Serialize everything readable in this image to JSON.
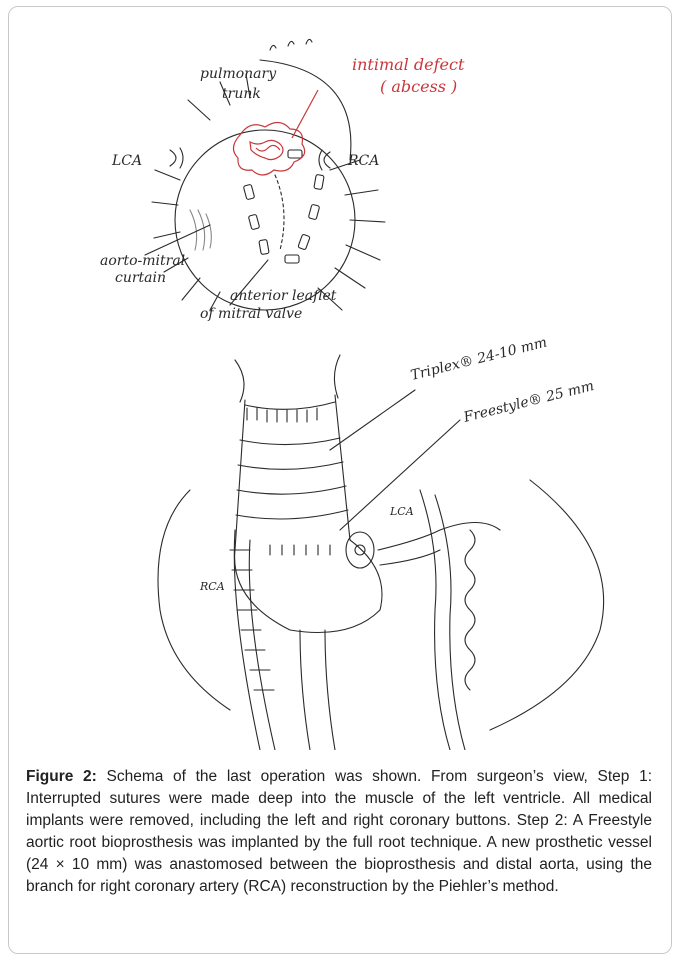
{
  "figure": {
    "labels": {
      "pulmonary": "pulmonary",
      "trunk": "trunk",
      "intimal_defect": "intimal defect",
      "abcess": "( abcess )",
      "lca_top": "LCA",
      "rca_top": "RCA",
      "aorto_mitral_1": "aorto-mitral",
      "aorto_mitral_2": "curtain",
      "anterior_leaflet_1": "anterior leaflet",
      "anterior_leaflet_2": "of mitral valve",
      "triplex": "Triplex® 24-10 mm",
      "freestyle": "Freestyle® 25 mm",
      "lca_bottom": "LCA",
      "rca_bottom": "RCA"
    },
    "colors": {
      "ink": "#2a2a2a",
      "red": "#c8373b"
    }
  },
  "caption": {
    "label": "Figure 2:",
    "text": " Schema of the last operation was shown.  From surgeon’s view, Step 1: Interrupted sutures were made deep into the muscle of the left ventricle. All medical implants were removed, including the left and right coronary buttons. Step 2: A Freestyle aortic root bioprosthesis was implanted by the full root technique. A new prosthetic vessel (24 × 10 mm) was anastomosed between the bioprosthesis and distal aorta, using the branch for right coronary artery (RCA) reconstruction by the Piehler’s method."
  }
}
